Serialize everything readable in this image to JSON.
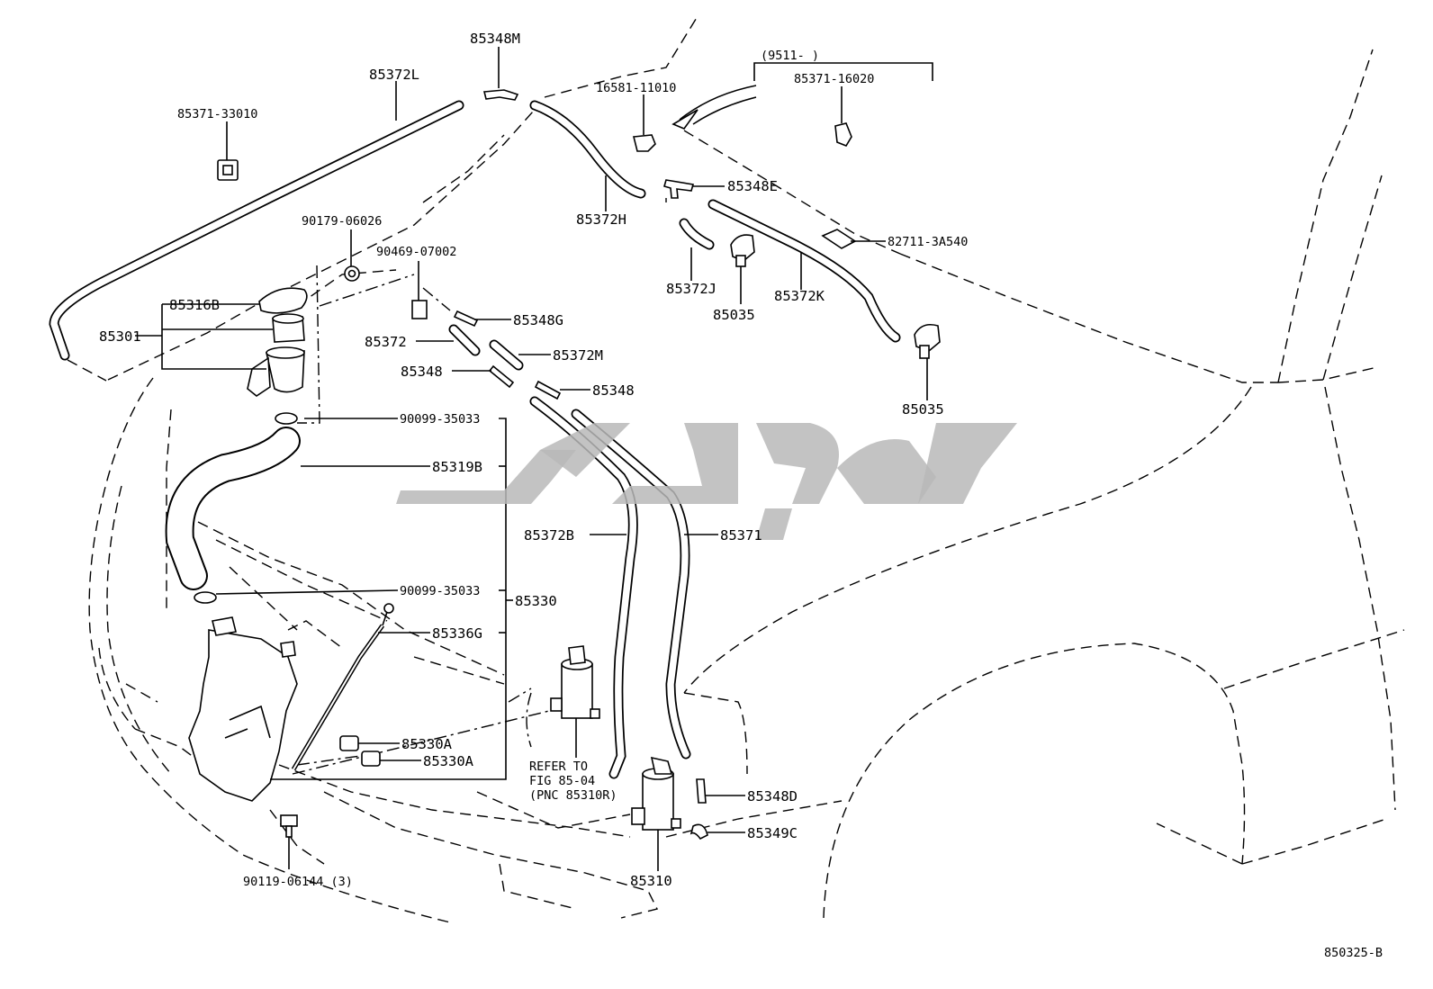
{
  "diagram_id": "850325-B",
  "watermark_text": "",
  "labels": {
    "p85348M": "85348M",
    "p85372L": "85372L",
    "p85371_33010": "85371-33010",
    "p9511": "(9511-    )",
    "p85371_16020": "85371-16020",
    "p16581_11010": "16581-11010",
    "p85348E": "85348E",
    "p85372H": "85372H",
    "p82711_3A540": "82711-3A540",
    "p90179_06026": "90179-06026",
    "p90469_07002": "90469-07002",
    "p85372J": "85372J",
    "p85372K": "85372K",
    "p85035a": "85035",
    "p85035b": "85035",
    "p85316B": "85316B",
    "p85301": "85301",
    "p85348G": "85348G",
    "p85372": "85372",
    "p85372M": "85372M",
    "p85348a": "85348",
    "p85348b": "85348",
    "p90099_35033a": "90099-35033",
    "p85319B": "85319B",
    "p85372B": "85372B",
    "p85371": "85371",
    "p90099_35033b": "90099-35033",
    "p85330": "85330",
    "p85336G": "85336G",
    "p85330Aa": "85330A",
    "p85330Ab": "85330A",
    "refer1": "REFER TO",
    "refer2": "FIG 85-04",
    "refer3": "(PNC 85310R)",
    "p85348D": "85348D",
    "p85349C": "85349C",
    "p85310": "85310",
    "p90119_06144": "90119-06144 (3)"
  }
}
